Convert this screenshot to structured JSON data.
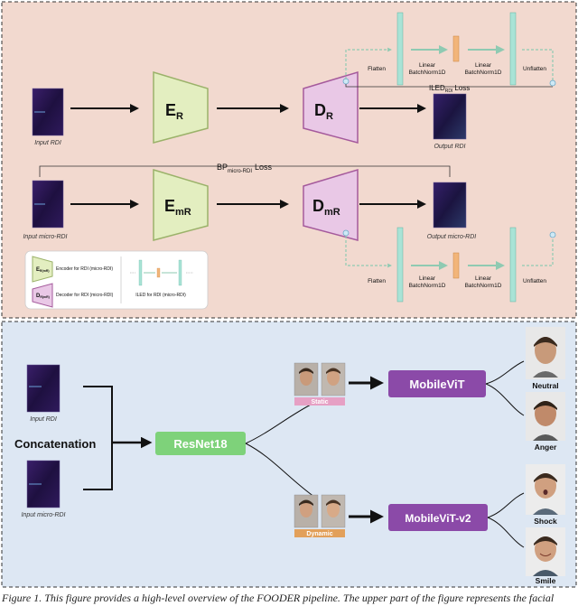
{
  "colors": {
    "top_panel_bg": "#f2d9cf",
    "bottom_panel_bg": "#dde7f3",
    "encoder_fill": "#e3eec0",
    "encoder_stroke": "#9bb26a",
    "decoder_fill": "#e9c8e6",
    "decoder_stroke": "#a55a9c",
    "iled_bar_fill": "#a9e3d6",
    "iled_bar_stroke": "#5fb3a2",
    "iled_mid_fill": "#f2b57a",
    "iled_arrow": "#8fcab2",
    "resnet_fill": "#7ed27a",
    "mobilevit_fill": "#8b4aa8",
    "static_tag": "#e6a0c4",
    "dynamic_tag": "#e2a05a",
    "rdi_dark": "#2a1850"
  },
  "top": {
    "input_rdi": "Input RDI",
    "output_rdi": "Output RDI",
    "input_micro_rdi": "Input micro-RDI",
    "output_micro_rdi": "Output micro-RDI",
    "encoder_r_main": "E",
    "encoder_r_sub": "R",
    "decoder_r_main": "D",
    "decoder_r_sub": "R",
    "encoder_mr_main": "E",
    "encoder_mr_sub": "mR",
    "decoder_mr_main": "D",
    "decoder_mr_sub": "mR",
    "iled_loss_main": "ILED",
    "iled_loss_sub": "RDI",
    "iled_loss_tail": "Loss",
    "bp_loss_main": "BP",
    "bp_loss_sub": "micro-RDI",
    "bp_loss_tail": "Loss",
    "iled_top": {
      "flatten": "Flatten",
      "linear1_a": "Linear",
      "linear1_b": "BatchNorm1D",
      "linear2_a": "Linear",
      "linear2_b": "BatchNorm1D",
      "unflatten": "Unflatten"
    },
    "iled_bottom": {
      "flatten": "Flatten",
      "linear1_a": "Linear",
      "linear1_b": "BatchNorm1D",
      "linear2_a": "Linear",
      "linear2_b": "BatchNorm1D",
      "unflatten": "Unflatten"
    },
    "legend": {
      "enc_symbol": "E",
      "enc_symbol_sub": "R(mR)",
      "enc_desc": "Encoder for RDI (micro-RDI)",
      "dec_symbol": "D",
      "dec_symbol_sub": "R(mR)",
      "dec_desc": "Decoder for RDI (micro-RDI)",
      "iled_desc": "ILED for RDI (micro-RDI)"
    }
  },
  "bottom": {
    "input_rdi": "Input RDI",
    "input_micro_rdi": "Input micro-RDI",
    "concatenation": "Concatenation",
    "resnet": "ResNet18",
    "static": "Static",
    "dynamic": "Dynamic",
    "mobilevit": "MobileViT",
    "mobilevit_v2": "MobileViT-v2",
    "neutral": "Neutral",
    "anger": "Anger",
    "shock": "Shock",
    "smile": "Smile"
  },
  "caption": "Figure 1. This figure provides a high-level overview of the FOODER pipeline. The upper part of the figure represents the facial"
}
